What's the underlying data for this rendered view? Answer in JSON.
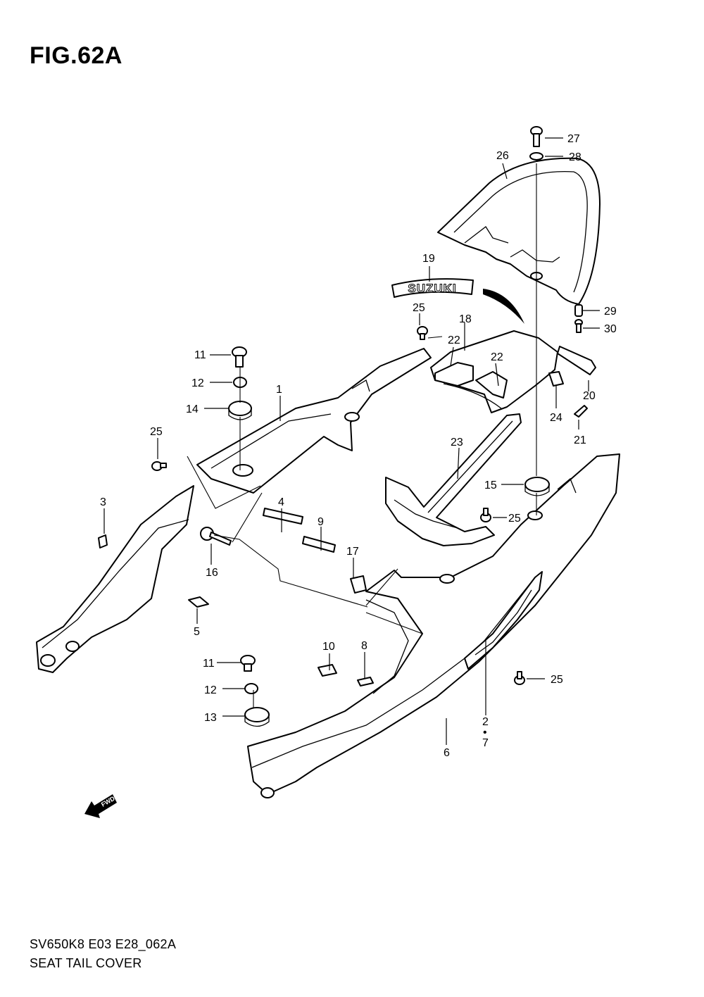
{
  "figure": {
    "title": "FIG.62A",
    "model_code": "SV650K8 E03 E28_062A",
    "name": "SEAT TAIL COVER"
  },
  "emblem_text": "SUZUKI",
  "fwd_label": "FWD",
  "callouts": [
    "1",
    "2",
    "•",
    "7",
    "3",
    "4",
    "5",
    "6",
    "8",
    "9",
    "10",
    "11",
    "11",
    "12",
    "12",
    "13",
    "14",
    "15",
    "16",
    "17",
    "18",
    "19",
    "20",
    "21",
    "22",
    "22",
    "23",
    "24",
    "25",
    "25",
    "25",
    "25",
    "26",
    "27",
    "28",
    "29",
    "30"
  ]
}
